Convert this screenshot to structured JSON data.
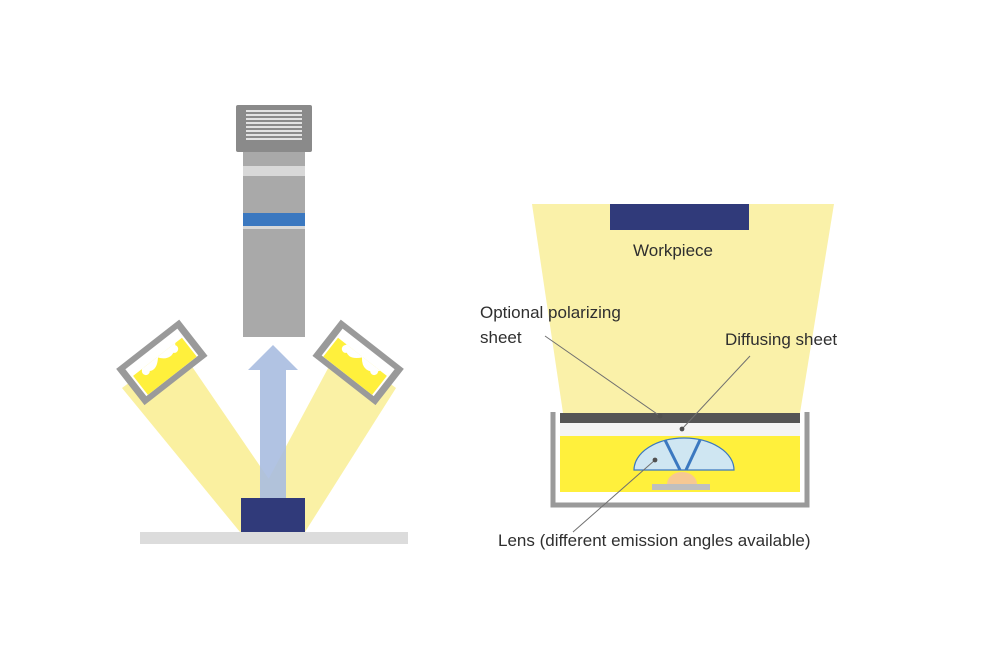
{
  "labels": {
    "workpiece": "Workpiece",
    "polarizing_line1": "Optional polarizing",
    "polarizing_line2": "sheet",
    "diffusing": "Diffusing sheet",
    "lens": "Lens (different emission angles available)"
  },
  "colors": {
    "light_yellow": "#faf0a0",
    "bright_yellow": "#fff03c",
    "camera_gray": "#a9a9a9",
    "camera_dark": "#8a8a8a",
    "filter_blue": "#3b78c0",
    "workpiece_navy": "#303a7a",
    "arrow_blue": "#a8bce0",
    "housing_gray": "#9a9a9a",
    "lens_blue": "#cfe6f2",
    "led_peach": "#f6c893"
  }
}
